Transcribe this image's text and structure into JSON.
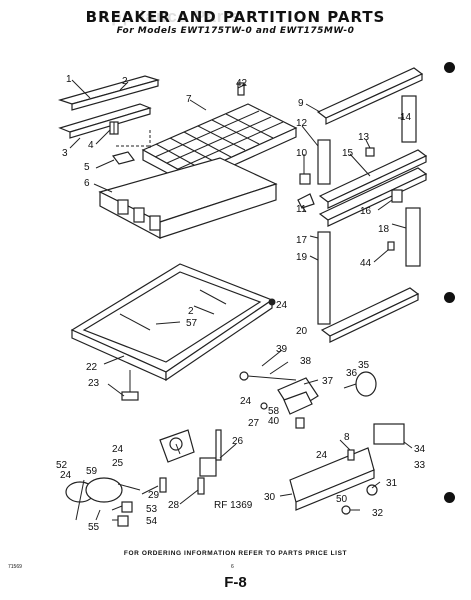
{
  "header": {
    "title": "BREAKER AND PARTITION PARTS",
    "subtitle": "For Models EWT175TW-0 and EWT175MW-0",
    "watermark": "Appliance Parts"
  },
  "callouts": [
    "1",
    "2",
    "3",
    "4",
    "5",
    "6",
    "7",
    "42",
    "9",
    "12",
    "13",
    "14",
    "10",
    "15",
    "11",
    "16",
    "17",
    "18",
    "19",
    "44",
    "2",
    "57",
    "24",
    "20",
    "22",
    "23",
    "39",
    "38",
    "37",
    "36",
    "35",
    "24",
    "58",
    "40",
    "27",
    "26",
    "24",
    "25",
    "8",
    "24",
    "34",
    "33",
    "31",
    "52",
    "24",
    "59",
    "29",
    "28",
    "53",
    "54",
    "55",
    "30",
    "50",
    "32"
  ],
  "ref": "RF 1369",
  "footer": {
    "note": "FOR ORDERING INFORMATION REFER TO PARTS PRICE LIST",
    "code_left": "71569",
    "code_mid": "6",
    "page": "F-8"
  },
  "holes_color": "#111111"
}
